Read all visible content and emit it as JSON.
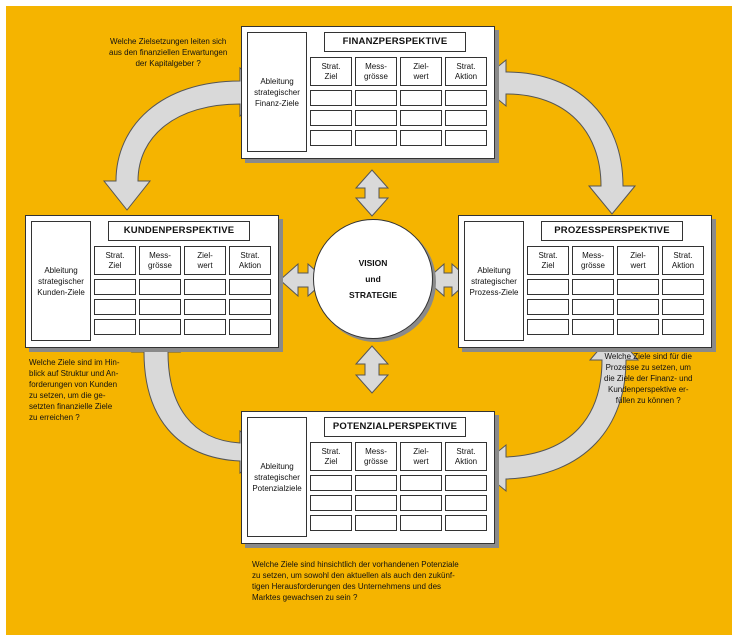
{
  "colors": {
    "background": "#f5b400",
    "arrow_fill": "#d9d9d9",
    "card": "#ffffff"
  },
  "center": {
    "line1": "VISION",
    "line2": "und",
    "line3": "STRATEGIE"
  },
  "perspectives": [
    {
      "id": "finanz",
      "title": "FINANZPERSPEKTIVE",
      "side": "Ableitung\nstrategischer\nFinanz-Ziele",
      "columns": [
        "Strat.\nZiel",
        "Mess-\ngrösse",
        "Ziel-\nwert",
        "Strat.\nAktion"
      ]
    },
    {
      "id": "kunden",
      "title": "KUNDENPERSPEKTIVE",
      "side": "Ableitung\nstrategischer\nKunden-Ziele",
      "columns": [
        "Strat.\nZiel",
        "Mess-\ngrösse",
        "Ziel-\nwert",
        "Strat.\nAktion"
      ]
    },
    {
      "id": "prozess",
      "title": "PROZESSPERSPEKTIVE",
      "side": "Ableitung\nstrategischer\nProzess-Ziele",
      "columns": [
        "Strat.\nZiel",
        "Mess-\ngrösse",
        "Ziel-\nwert",
        "Strat.\nAktion"
      ]
    },
    {
      "id": "potenzial",
      "title": "POTENZIALPERSPEKTIVE",
      "side": "Ableitung\nstrategischer\nPotenzialziele",
      "columns": [
        "Strat.\nZiel",
        "Mess-\ngrösse",
        "Ziel-\nwert",
        "Strat.\nAktion"
      ]
    }
  ],
  "questions": {
    "finanz": "Welche Zielsetzungen leiten sich\naus den finanziellen Erwartungen\nder Kapitalgeber ?",
    "kunden": "Welche Ziele sind im Hin-\nblick auf Struktur und An-\nforderungen von Kunden\nzu setzen, um die ge-\nsetzten finanzielle Ziele\nzu erreichen ?",
    "prozess": "Welche Ziele sind für die\nProzesse zu setzen, um\ndie Ziele der Finanz- und\nKundenperspektive er-\nfüllen zu können ?",
    "potenzial": "Welche Ziele sind hinsichtlich der vorhandenen Potenziale\nzu setzen, um sowohl den aktuellen als auch den zukünf-\ntigen Herausforderungen des Unternehmens und des\nMarktes gewachsen zu sein ?"
  }
}
